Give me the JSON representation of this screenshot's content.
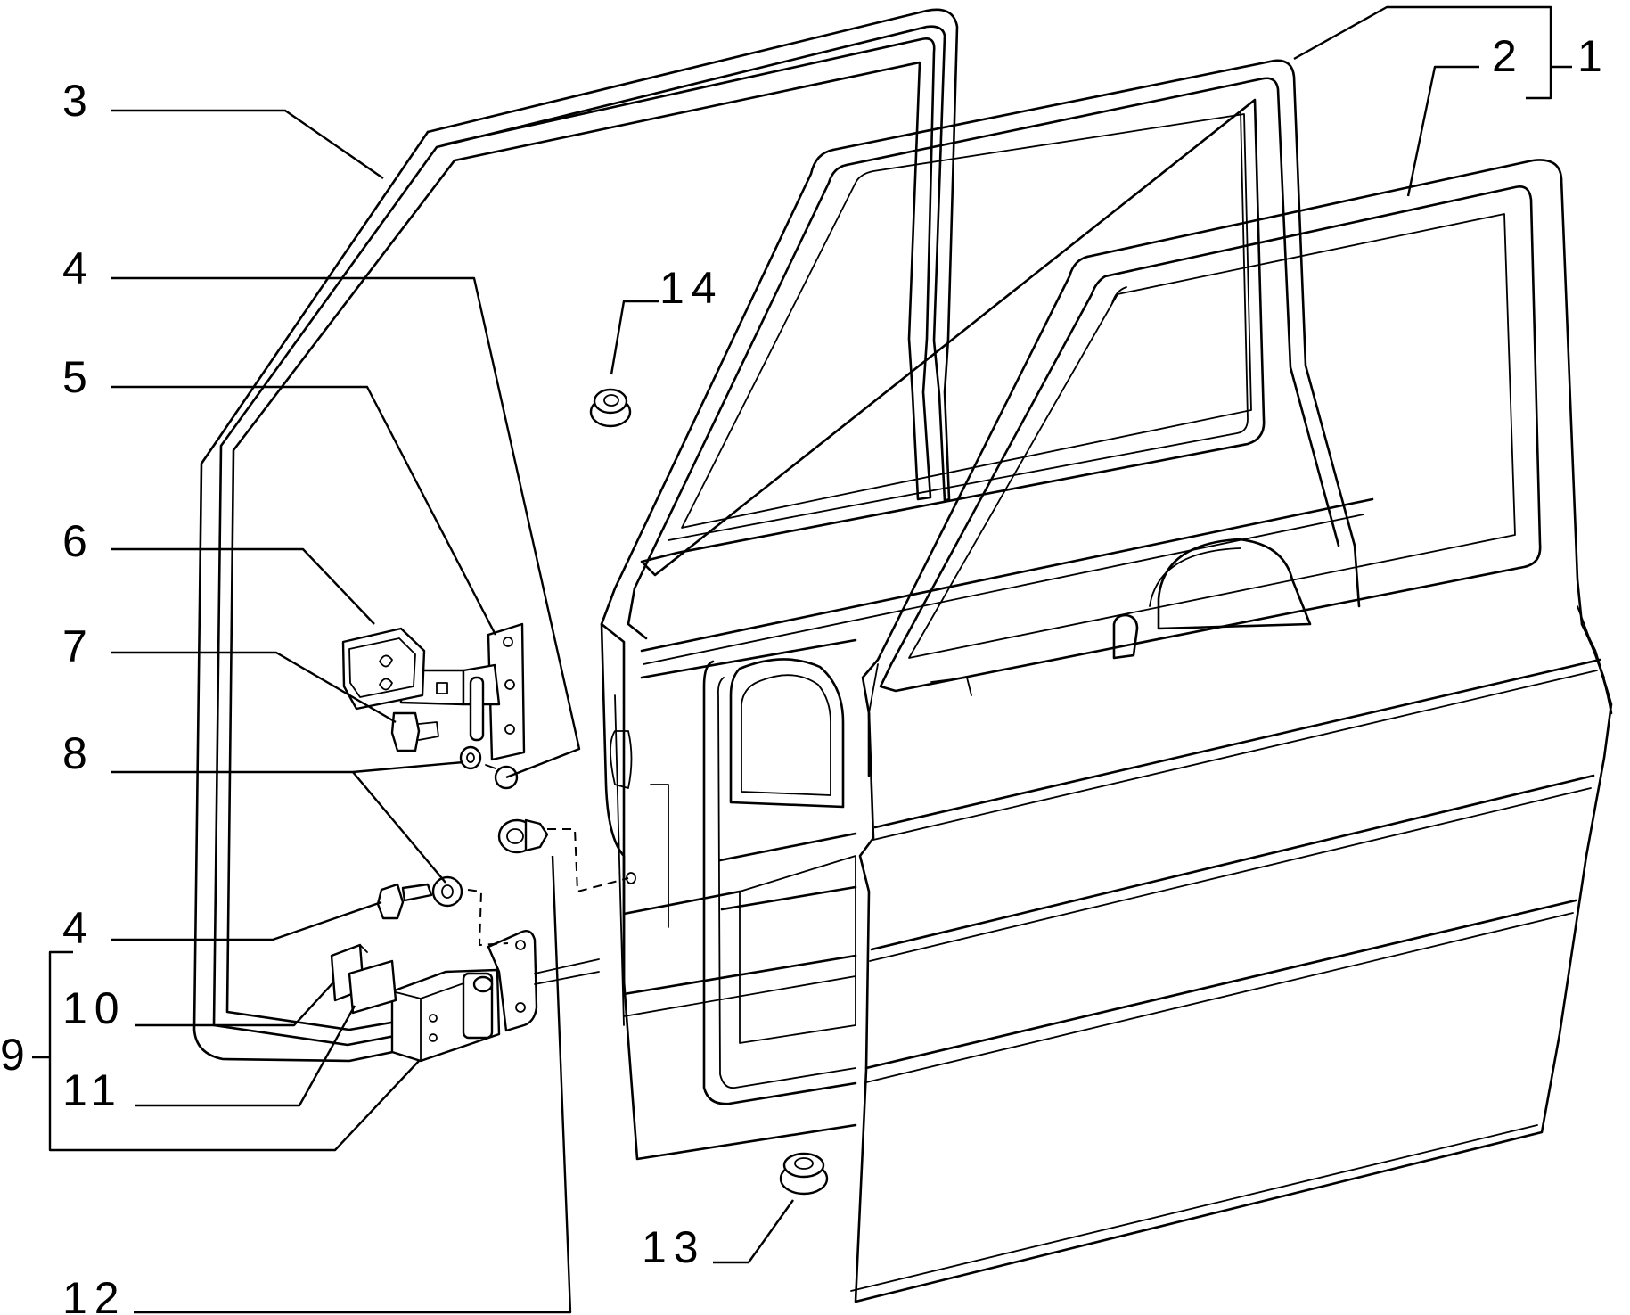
{
  "callouts": {
    "c1": "1",
    "c2": "2",
    "c3": "3",
    "c4a": "4",
    "c5": "5",
    "c6": "6",
    "c7": "7",
    "c8": "8",
    "c4b": "4",
    "c10": "10",
    "c9": "9",
    "c11": "11",
    "c12": "12",
    "c13": "13",
    "c14": "14"
  }
}
